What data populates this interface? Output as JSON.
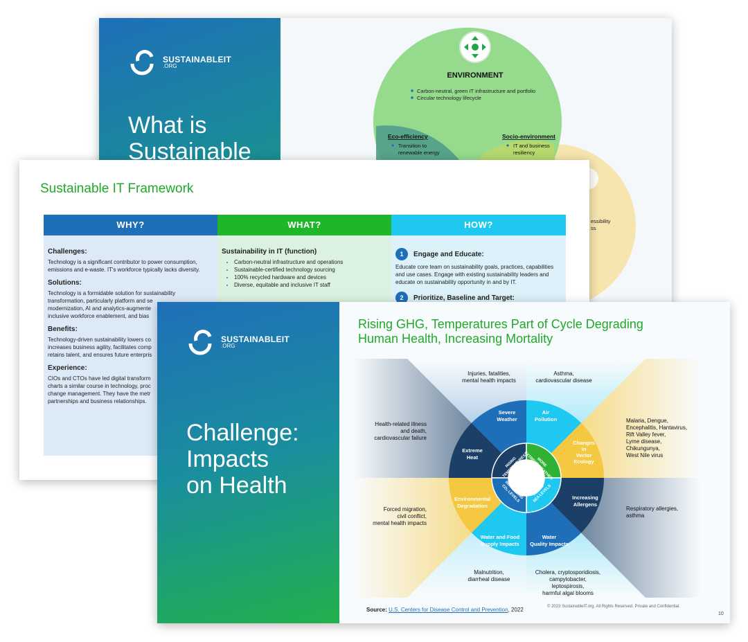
{
  "logo": {
    "name": "SUSTAINABLEIT",
    "suffix": ".ORG"
  },
  "slide1": {
    "title_line1": "What is",
    "title_line2": "Sustainable",
    "environment": {
      "title": "ENVIRONMENT",
      "items": [
        "Carbon-neutral, green IT infrastructure and portfolio",
        "Circular technology lifecycle"
      ]
    },
    "eco": {
      "title": "Eco-efficiency",
      "item_line1": "Transition to",
      "item_line2": "renewable energy"
    },
    "socio": {
      "title": "Socio-environment",
      "item_line1": "IT and business",
      "item_line2": "resiliency"
    },
    "partial_line1": "essibility",
    "partial_line2": "ss"
  },
  "slide2": {
    "title": "Sustainable IT Framework",
    "why": {
      "header": "WHY?",
      "challenges_title": "Challenges:",
      "challenges_text": "Technology is a significant contributor to power consumption, emissions and e-waste. IT's workforce typically lacks diversity.",
      "solutions_title": "Solutions:",
      "solutions_lines": [
        "Technology is a formidable solution for sustainability",
        "transformation, particularly platform and se",
        "modernization, AI and analytics-augmente",
        "inclusive workforce enablement, and bias"
      ],
      "benefits_title": "Benefits:",
      "benefits_lines": [
        "Technology-driven sustainability lowers co",
        "increases business agility, facilitates comp",
        "retains talent, and ensures future enterpris"
      ],
      "experience_title": "Experience:",
      "experience_lines": [
        "CIOs and CTOs have led digital transform",
        "charts a similar course in technology, proc",
        "change management. They have the metr",
        "partnerships and business relationships."
      ]
    },
    "what": {
      "header": "WHAT?",
      "section_title": "Sustainability in IT (function)",
      "items": [
        "Carbon-neutral infrastructure and operations",
        "Sustainable-certified technology sourcing",
        "100% recycled hardware and devices",
        "Diverse, equitable and inclusive IT staff"
      ]
    },
    "how": {
      "header": "HOW?",
      "step1_num": "1",
      "step1_title": "Engage and Educate:",
      "step1_text": "Educate core team on sustainability goals, practices, capabilities and use cases. Engage with existing sustainability leaders and educate on sustainability opportunity in and by IT.",
      "step2_num": "2",
      "step2_title": "Prioritize, Baseline and Target:"
    }
  },
  "slide3": {
    "title_line1": "Challenge:",
    "title_line2": "Impacts",
    "title_line3": "on Health",
    "heading_line1": "Rising GHG, Temperatures Part of Cycle Degrading",
    "heading_line2": "Human Health, Increasing Mortality",
    "center": {
      "temps_line1": "RISING",
      "temps_line2": "TEMPERATURES",
      "weather_line1": "MORE",
      "weather_line2": "EXTREME WEATHER",
      "co2_line1": "INCREASING",
      "co2_line2": "CO₂ LEVELS",
      "sea_line1": "RISING",
      "sea_line2": "SEA LEVELS"
    },
    "segments": {
      "weather_line1": "Severe",
      "weather_line2": "Weather",
      "air_line1": "Air",
      "air_line2": "Pollution",
      "vector_line1": "Changes",
      "vector_line2": "in",
      "vector_line3": "Vector",
      "vector_line4": "Ecology",
      "allergens_line1": "Increasing",
      "allergens_line2": "Allergens",
      "waterq_line1": "Water",
      "waterq_line2": "Quality Impacts",
      "food_line1": "Water and Food",
      "food_line2": "Supply Impacts",
      "env_line1": "Environmental",
      "env_line2": "Degradation",
      "heat_line1": "Extreme",
      "heat_line2": "Heat"
    },
    "outer": {
      "top_left": [
        "Injuries, fatalities,",
        "mental health impacts"
      ],
      "top_right": [
        "Asthma,",
        "cardiovascular disease"
      ],
      "right_top": [
        "Malaria, Dengue,",
        "Encephalitis, Hantavirus,",
        "Rift Valley fever,",
        "Lyme disease,",
        "Chikungunya,",
        "West Nile virus"
      ],
      "right_bottom": [
        "Respiratory allergies,",
        "asthma"
      ],
      "bottom_right": [
        "Cholera, cryptosporidiosis,",
        "campylobacter,",
        "leptospirosis,",
        "harmful algal blooms"
      ],
      "bottom_left": [
        "Malnutrition,",
        "diarrheal disease"
      ],
      "left_bottom": [
        "Forced migration,",
        "civil conflict,",
        "mental health impacts"
      ],
      "left_top": [
        "Health-related illness",
        "and death,",
        "cardiovascular failure"
      ]
    },
    "source_label": "Source:",
    "source_link": "U.S. Centers for Disease Control and Prevention",
    "source_year": ", 2022",
    "copyright": "© 2023 SustainableIT.org. All Rights Reserved. Private and Confidential.",
    "page_number": "10"
  },
  "colors": {
    "green": "#21a829",
    "blue": "#1f6fb8",
    "cyan": "#1ec8f0",
    "yellow": "#f5c842",
    "navy": "#1b3f66"
  }
}
